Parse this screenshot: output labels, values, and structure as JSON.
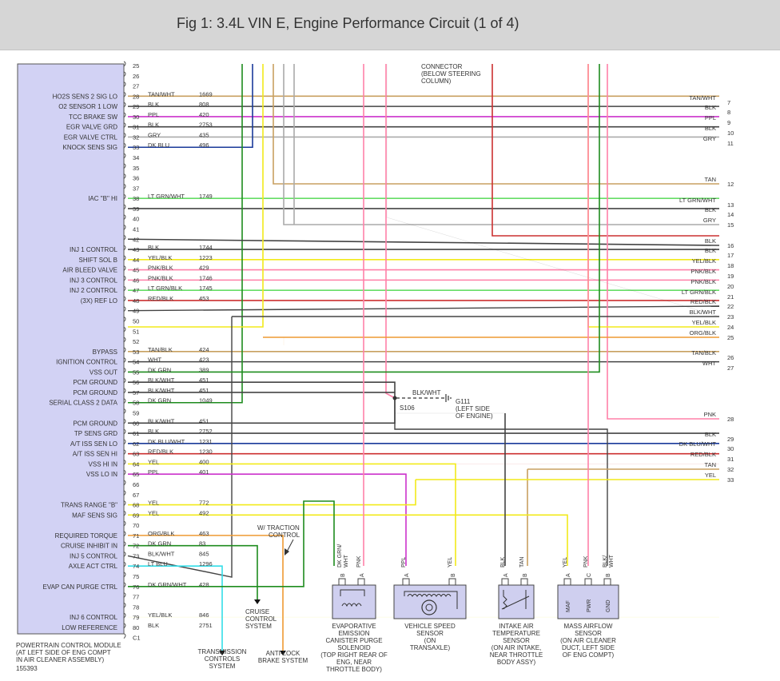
{
  "figure_title": "Fig 1: 3.4L VIN E, Engine Performance Circuit (1 of 4)",
  "colors": {
    "TAN": "#c8a060",
    "BLK": "#444444",
    "PPL": "#cc33cc",
    "GRY": "#aaaaaa",
    "DKBLU": "#1a3a9a",
    "LTGRN": "#66dd66",
    "YEL": "#f2ea1a",
    "PNK": "#ff80a8",
    "RED": "#cc3030",
    "ORG": "#ee9a33",
    "DKGRN": "#1e8c1e",
    "LTBLU": "#33dde8",
    "pcm_fill": "#d2d2f4",
    "sensor_fill": "#cfcfef"
  },
  "pcm": {
    "pins": [
      {
        "num": "25",
        "label": "",
        "color": "",
        "circuit": ""
      },
      {
        "num": "26",
        "label": "",
        "color": "",
        "circuit": ""
      },
      {
        "num": "27",
        "label": "",
        "color": "",
        "circuit": ""
      },
      {
        "num": "28",
        "label": "HO2S SENS 2 SIG LO",
        "color": "TAN/WHT",
        "circuit": "1669"
      },
      {
        "num": "29",
        "label": "O2 SENSOR 1 LOW",
        "color": "BLK",
        "circuit": "808"
      },
      {
        "num": "30",
        "label": "TCC BRAKE SW",
        "color": "PPL",
        "circuit": "420"
      },
      {
        "num": "31",
        "label": "EGR VALVE GRD",
        "color": "BLK",
        "circuit": "2753"
      },
      {
        "num": "32",
        "label": "EGR VALVE CTRL",
        "color": "GRY",
        "circuit": "435"
      },
      {
        "num": "33",
        "label": "KNOCK SENS SIG",
        "color": "DK BLU",
        "circuit": "496"
      },
      {
        "num": "34",
        "label": "",
        "color": "",
        "circuit": ""
      },
      {
        "num": "35",
        "label": "",
        "color": "",
        "circuit": ""
      },
      {
        "num": "36",
        "label": "",
        "color": "",
        "circuit": ""
      },
      {
        "num": "37",
        "label": "",
        "color": "",
        "circuit": ""
      },
      {
        "num": "38",
        "label": "IAC \"B\" HI",
        "color": "LT GRN/WHT",
        "circuit": "1749"
      },
      {
        "num": "39",
        "label": "",
        "color": "",
        "circuit": ""
      },
      {
        "num": "40",
        "label": "",
        "color": "",
        "circuit": ""
      },
      {
        "num": "41",
        "label": "",
        "color": "",
        "circuit": ""
      },
      {
        "num": "42",
        "label": "",
        "color": "",
        "circuit": ""
      },
      {
        "num": "43",
        "label": "INJ 1 CONTROL",
        "color": "BLK",
        "circuit": "1744"
      },
      {
        "num": "44",
        "label": "SHIFT SOL B",
        "color": "YEL/BLK",
        "circuit": "1223"
      },
      {
        "num": "45",
        "label": "AIR BLEED VALVE",
        "color": "PNK/BLK",
        "circuit": "429"
      },
      {
        "num": "46",
        "label": "INJ 3 CONTROL",
        "color": "PNK/BLK",
        "circuit": "1746"
      },
      {
        "num": "47",
        "label": "INJ 2 CONTROL",
        "color": "LT GRN/BLK",
        "circuit": "1745"
      },
      {
        "num": "48",
        "label": "(3X) REF LO",
        "color": "RED/BLK",
        "circuit": "453"
      },
      {
        "num": "49",
        "label": "",
        "color": "",
        "circuit": ""
      },
      {
        "num": "50",
        "label": "",
        "color": "",
        "circuit": ""
      },
      {
        "num": "51",
        "label": "",
        "color": "",
        "circuit": ""
      },
      {
        "num": "52",
        "label": "",
        "color": "",
        "circuit": ""
      },
      {
        "num": "53",
        "label": "BYPASS",
        "color": "TAN/BLK",
        "circuit": "424"
      },
      {
        "num": "54",
        "label": "IGNITION CONTROL",
        "color": "WHT",
        "circuit": "423"
      },
      {
        "num": "55",
        "label": "VSS OUT",
        "color": "DK GRN",
        "circuit": "389"
      },
      {
        "num": "56",
        "label": "PCM GROUND",
        "color": "BLK/WHT",
        "circuit": "451"
      },
      {
        "num": "57",
        "label": "PCM GROUND",
        "color": "BLK/WHT",
        "circuit": "451"
      },
      {
        "num": "58",
        "label": "SERIAL CLASS 2 DATA",
        "color": "DK GRN",
        "circuit": "1049"
      },
      {
        "num": "59",
        "label": "",
        "color": "",
        "circuit": ""
      },
      {
        "num": "60",
        "label": "PCM GROUND",
        "color": "BLK/WHT",
        "circuit": "451"
      },
      {
        "num": "61",
        "label": "TP SENS GRD",
        "color": "BLK",
        "circuit": "2752"
      },
      {
        "num": "62",
        "label": "A/T ISS SEN LO",
        "color": "DK BLU/WHT",
        "circuit": "1231"
      },
      {
        "num": "63",
        "label": "A/T ISS SEN HI",
        "color": "RED/BLK",
        "circuit": "1230"
      },
      {
        "num": "64",
        "label": "VSS HI IN",
        "color": "YEL",
        "circuit": "400"
      },
      {
        "num": "65",
        "label": "VSS LO IN",
        "color": "PPL",
        "circuit": "401"
      },
      {
        "num": "66",
        "label": "",
        "color": "",
        "circuit": ""
      },
      {
        "num": "67",
        "label": "",
        "color": "",
        "circuit": ""
      },
      {
        "num": "68",
        "label": "TRANS RANGE \"B\"",
        "color": "YEL",
        "circuit": "772"
      },
      {
        "num": "69",
        "label": "MAF SENS SIG",
        "color": "YEL",
        "circuit": "492"
      },
      {
        "num": "70",
        "label": "",
        "color": "",
        "circuit": ""
      },
      {
        "num": "71",
        "label": "REQUIRED TORQUE",
        "color": "ORG/BLK",
        "circuit": "463"
      },
      {
        "num": "72",
        "label": "CRUISE INHIBIT IN",
        "color": "DK GRN",
        "circuit": "83"
      },
      {
        "num": "73",
        "label": "INJ 5 CONTROL",
        "color": "BLK/WHT",
        "circuit": "845"
      },
      {
        "num": "74",
        "label": "AXLE ACT CTRL",
        "color": "LT BLU",
        "circuit": "1296"
      },
      {
        "num": "75",
        "label": "",
        "color": "",
        "circuit": ""
      },
      {
        "num": "76",
        "label": "EVAP CAN PURGE CTRL",
        "color": "DK GRN/WHT",
        "circuit": "428"
      },
      {
        "num": "77",
        "label": "",
        "color": "",
        "circuit": ""
      },
      {
        "num": "78",
        "label": "",
        "color": "",
        "circuit": ""
      },
      {
        "num": "79",
        "label": "INJ 6 CONTROL",
        "color": "YEL/BLK",
        "circuit": "846"
      },
      {
        "num": "80",
        "label": "LOW REFERENCE",
        "color": "BLK",
        "circuit": "2751"
      },
      {
        "num": "C1",
        "label": "",
        "color": "",
        "circuit": ""
      }
    ],
    "module_label": [
      "POWERTRAIN CONTROL MODULE",
      "(AT LEFT SIDE OF ENG COMPT",
      "IN AIR CLEANER ASSEMBLY)"
    ],
    "figure_id": "155393"
  },
  "right_terminals": [
    {
      "num": "7",
      "color": "TAN/WHT",
      "pin": "28"
    },
    {
      "num": "8",
      "color": "BLK",
      "pin": "29"
    },
    {
      "num": "9",
      "color": "PPL",
      "pin": "30"
    },
    {
      "num": "10",
      "color": "BLK",
      "pin": "31"
    },
    {
      "num": "11",
      "color": "GRY",
      "pin": "32"
    },
    {
      "num": "12",
      "color": "TAN",
      "pin": "36"
    },
    {
      "num": "13",
      "color": "LT GRN/WHT",
      "pin": "38"
    },
    {
      "num": "14",
      "color": "BLK",
      "pin": "39"
    },
    {
      "num": "15",
      "color": "GRY",
      "pin": "40"
    },
    {
      "num": "16",
      "color": "BLK",
      "pin": "42"
    },
    {
      "num": "17",
      "color": "BLK",
      "pin": "43"
    },
    {
      "num": "18",
      "color": "YEL/BLK",
      "pin": "44"
    },
    {
      "num": "19",
      "color": "PNK/BLK",
      "pin": "45"
    },
    {
      "num": "20",
      "color": "PNK/BLK",
      "pin": "46"
    },
    {
      "num": "21",
      "color": "LT GRN/BLK",
      "pin": "47"
    },
    {
      "num": "22",
      "color": "RED/BLK",
      "pin": "48"
    },
    {
      "num": "23",
      "color": "BLK/WHT",
      "pin": "49"
    },
    {
      "num": "24",
      "color": "YEL/BLK",
      "pin": "50"
    },
    {
      "num": "25",
      "color": "ORG/BLK",
      "pin": "51"
    },
    {
      "num": "26",
      "color": "TAN/BLK",
      "pin": "53"
    },
    {
      "num": "27",
      "color": "WHT",
      "pin": "54"
    },
    {
      "num": "28",
      "color": "PNK",
      "pin": "59"
    },
    {
      "num": "29",
      "color": "BLK",
      "pin": "61"
    },
    {
      "num": "30",
      "color": "DK BLU/WHT",
      "pin": "62"
    },
    {
      "num": "31",
      "color": "RED/BLK",
      "pin": "63"
    },
    {
      "num": "32",
      "color": "TAN",
      "pin": "64"
    },
    {
      "num": "33",
      "color": "YEL",
      "pin": "65"
    }
  ],
  "connector_note": [
    "CONNECTOR",
    "(BELOW STEERING",
    "COLUMN)"
  ],
  "splice": {
    "id": "S106",
    "wire_color": "BLK/WHT",
    "ground_id": "G111",
    "ground_note": [
      "(LEFT SIDE",
      "OF ENGINE)"
    ]
  },
  "traction_note": [
    "W/ TRACTION",
    "CONTROL"
  ],
  "systems": {
    "cruise": [
      "CRUISE",
      "CONTROL",
      "SYSTEM"
    ],
    "transmission": [
      "TRANSMISSION",
      "CONTROLS",
      "SYSTEM"
    ],
    "antilock": [
      "ANTI-LOCK",
      "BRAKE SYSTEM"
    ]
  },
  "components": [
    {
      "name": [
        "EVAPORATIVE",
        "EMISSION",
        "CANISTER PURGE",
        "SOLENOID",
        "(TOP RIGHT REAR OF",
        "ENG, NEAR",
        "THROTTLE BODY)"
      ],
      "pins": [
        {
          "letter": "B",
          "wire": [
            "DK GRN/",
            "WHT"
          ]
        },
        {
          "letter": "A",
          "wire": [
            "PNK"
          ]
        }
      ],
      "internal": []
    },
    {
      "name": [
        "VEHICLE SPEED",
        "SENSOR",
        "(ON",
        "TRANSAXLE)"
      ],
      "pins": [
        {
          "letter": "A",
          "wire": [
            "PPL"
          ]
        },
        {
          "letter": "B",
          "wire": [
            "YEL"
          ]
        }
      ],
      "internal": []
    },
    {
      "name": [
        "INTAKE AIR",
        "TEMPERATURE",
        "SENSOR",
        "(ON AIR INTAKE,",
        "NEAR THROTTLE",
        "BODY ASSY)"
      ],
      "pins": [
        {
          "letter": "A",
          "wire": [
            "BLK"
          ]
        },
        {
          "letter": "B",
          "wire": [
            "TAN"
          ]
        }
      ],
      "internal": []
    },
    {
      "name": [
        "MASS AIRFLOW",
        "SENSOR",
        "(ON AIR CLEANER",
        "DUCT, LEFT SIDE",
        "OF ENG COMPT)"
      ],
      "pins": [
        {
          "letter": "A",
          "wire": [
            "YEL"
          ]
        },
        {
          "letter": "C",
          "wire": [
            "PNK"
          ]
        },
        {
          "letter": "B",
          "wire": [
            "BLK/",
            "WHT"
          ]
        }
      ],
      "internal": [
        "MAF",
        "PWR",
        "GND"
      ]
    }
  ]
}
